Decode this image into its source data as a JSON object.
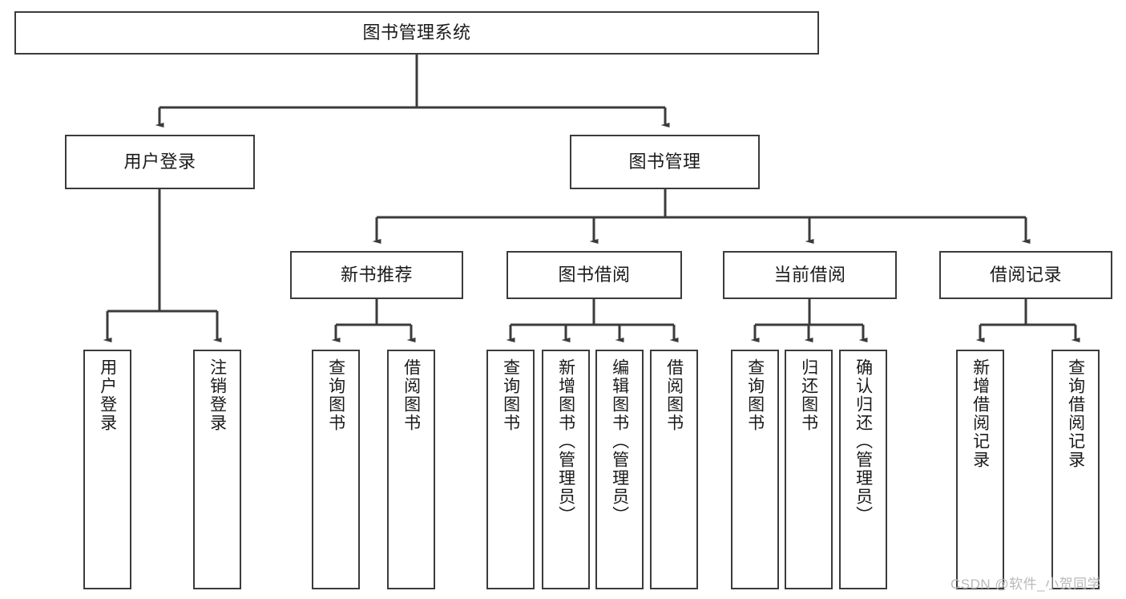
{
  "diagram": {
    "title": "图书管理系统",
    "watermark": "CSDN @软件_小贺同学",
    "line_color": "#3b3b3b",
    "box_fill": "#ffffff",
    "text_color": "#1a1a1a",
    "watermark_color": "#b9b9b9",
    "levels": {
      "root": {
        "label": "图书管理系统"
      },
      "level2": [
        {
          "id": "user-login",
          "label": "用户登录"
        },
        {
          "id": "book-management",
          "label": "图书管理"
        }
      ],
      "level3": [
        {
          "id": "new-book-recommend",
          "label": "新书推荐",
          "parent": "book-management"
        },
        {
          "id": "book-borrow",
          "label": "图书借阅",
          "parent": "book-management"
        },
        {
          "id": "current-borrow",
          "label": "当前借阅",
          "parent": "book-management"
        },
        {
          "id": "borrow-record",
          "label": "借阅记录",
          "parent": "book-management"
        }
      ],
      "leaves": [
        {
          "id": "leaf-user-login",
          "label": "用户登录",
          "parent": "user-login"
        },
        {
          "id": "leaf-logout-login",
          "label": "注销登录",
          "parent": "user-login"
        },
        {
          "id": "leaf-query-book-1",
          "label": "查询图书",
          "parent": "new-book-recommend"
        },
        {
          "id": "leaf-borrow-book-1",
          "label": "借阅图书",
          "parent": "new-book-recommend"
        },
        {
          "id": "leaf-query-book-2",
          "label": "查询图书",
          "parent": "book-borrow"
        },
        {
          "id": "leaf-add-book",
          "label": "新增图书（管理员）",
          "parent": "book-borrow"
        },
        {
          "id": "leaf-edit-book",
          "label": "编辑图书（管理员）",
          "parent": "book-borrow"
        },
        {
          "id": "leaf-borrow-book-2",
          "label": "借阅图书",
          "parent": "book-borrow"
        },
        {
          "id": "leaf-query-book-3",
          "label": "查询图书",
          "parent": "current-borrow"
        },
        {
          "id": "leaf-return-book",
          "label": "归还图书",
          "parent": "current-borrow"
        },
        {
          "id": "leaf-confirm-return",
          "label": "确认归还（管理员）",
          "parent": "current-borrow"
        },
        {
          "id": "leaf-add-record",
          "label": "新增借阅记录",
          "parent": "borrow-record"
        },
        {
          "id": "leaf-query-record",
          "label": "查询借阅记录",
          "parent": "borrow-record"
        }
      ]
    }
  }
}
